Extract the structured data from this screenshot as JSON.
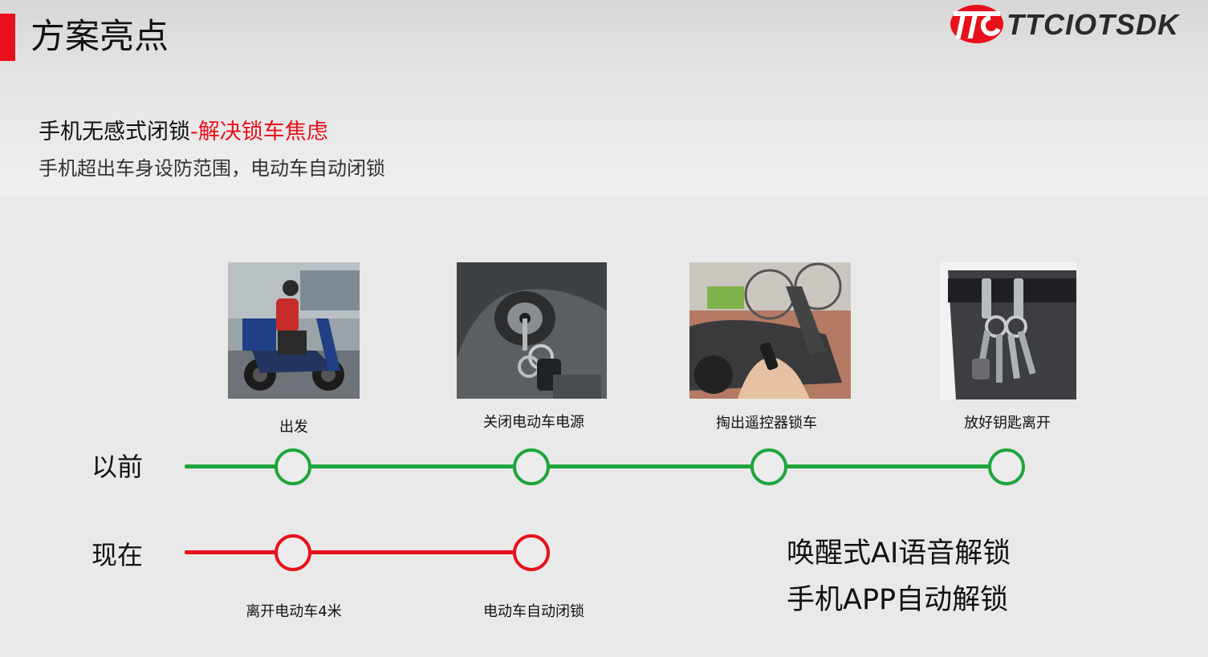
{
  "header": {
    "title": "方案亮点",
    "logo_text": "TTCIOTSDK",
    "subtitle_main": "手机无感式闭锁",
    "subtitle_highlight": "-解决锁车焦虑",
    "description": "手机超出车身设防范围，电动车自动闭锁"
  },
  "colors": {
    "accent_red": "#e8101a",
    "before_green": "#1ea53b",
    "now_red": "#e8101a"
  },
  "before": {
    "label": "以前",
    "steps": [
      {
        "label": "出发",
        "image": "scooter-rider-photo"
      },
      {
        "label": "关闭电动车电源",
        "image": "ignition-key-photo"
      },
      {
        "label": "掏出遥控器锁车",
        "image": "remote-key-photo"
      },
      {
        "label": "放好钥匙离开",
        "image": "keys-on-belt-photo"
      }
    ]
  },
  "now": {
    "label": "现在",
    "steps": [
      {
        "label": "离开电动车4米"
      },
      {
        "label": "电动车自动闭锁"
      }
    ]
  },
  "features": [
    "唤醒式AI语音解锁",
    "手机APP自动解锁"
  ]
}
